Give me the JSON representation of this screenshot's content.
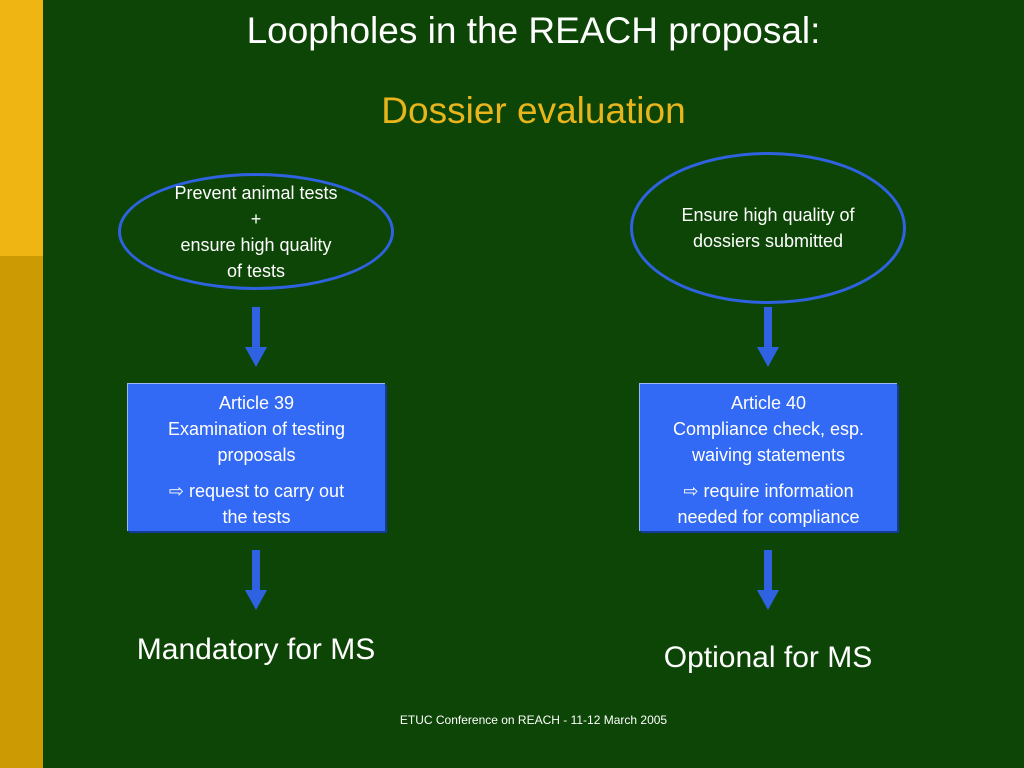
{
  "slide": {
    "title": "Loopholes in the REACH proposal:",
    "subtitle": "Dossier evaluation",
    "footer": "ETUC Conference on REACH - 11-12 March 2005"
  },
  "left": {
    "goal": "Prevent animal tests\n+\nensure high quality\nof tests",
    "article": "Article 39\nExamination of testing\nproposals",
    "result": "⇨ request to carry out\nthe tests",
    "outcome": "Mandatory for MS"
  },
  "right": {
    "goal": "Ensure high quality of\ndossiers submitted",
    "article": "Article 40\nCompliance check, esp.\nwaiving statements",
    "result": "⇨ require information\nneeded for compliance",
    "outcome": "Optional for MS"
  },
  "colors": {
    "background": "#0d4506",
    "accent": "#e8b51c",
    "box": "#3269f5",
    "arrow": "#2f62e0"
  }
}
